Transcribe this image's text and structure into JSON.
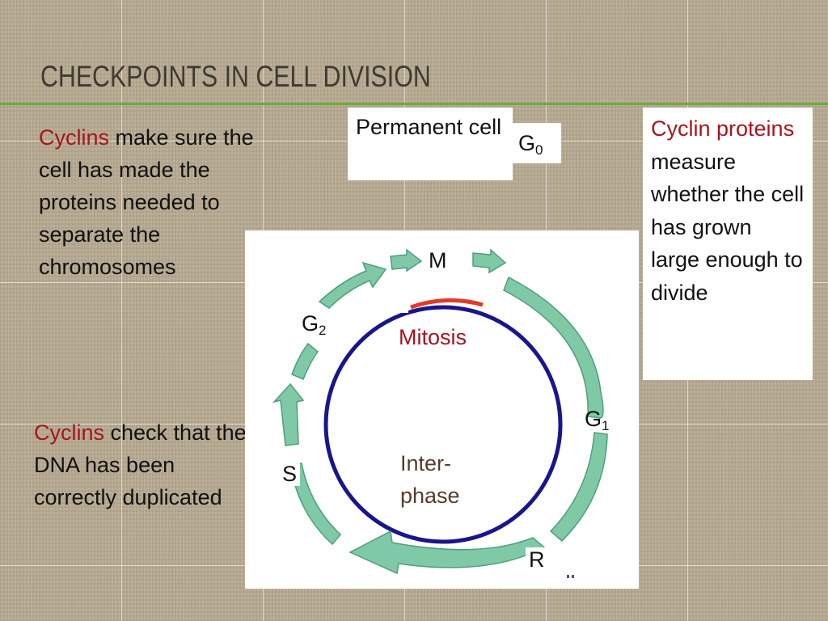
{
  "title": "CHECKPOINTS IN CELL DIVISION",
  "left_note_1": {
    "highlight": "Cyclins",
    "rest": " make sure the cell has made the proteins needed to separate the chromosomes"
  },
  "left_note_2": {
    "highlight": "Cyclins",
    "rest": " check that the DNA has been correctly duplicated"
  },
  "right_note": {
    "highlight": "Cyclin proteins",
    "rest": " measure whether the cell has grown large enough to divide"
  },
  "permanent_cell": "Permanent cell",
  "phases": {
    "g0": {
      "base": "G",
      "sub": "0"
    },
    "g1": {
      "base": "G",
      "sub": "1"
    },
    "g2": {
      "base": "G",
      "sub": "2"
    },
    "m": "M",
    "s": "S",
    "r": "R",
    "mitosis": "Mitosis",
    "interphase_1": "Inter-",
    "interphase_2": "phase"
  },
  "colors": {
    "highlight": "#a8141c",
    "arrow": "#7fc9a6",
    "ring": "#18168a",
    "mitosis_arc": "#e23a2a",
    "interphase_text": "#5a3a2a",
    "rule": "#6aae3a"
  }
}
